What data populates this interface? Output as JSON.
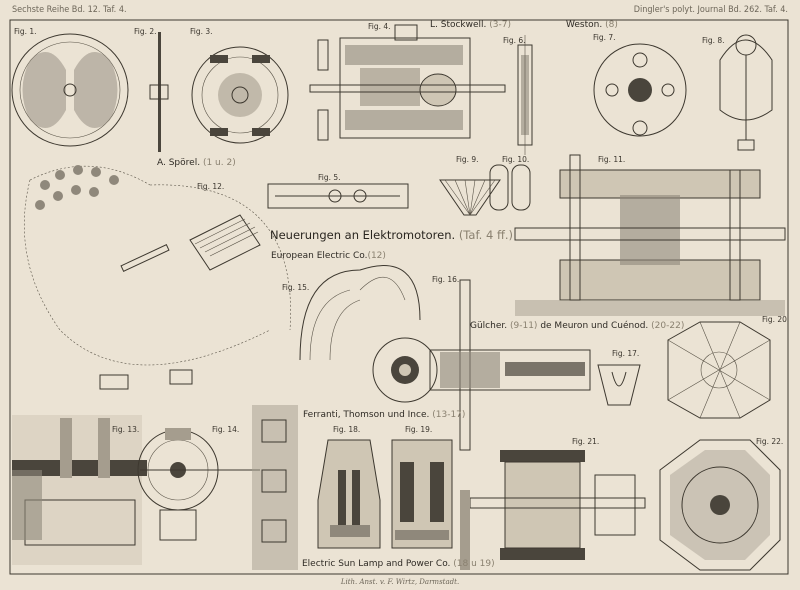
{
  "header": {
    "left": "Sechste Reihe Bd. 12. Taf. 4.",
    "right": "Dingler's polyt. Journal Bd. 262. Taf. 4."
  },
  "title": {
    "main": "Neuerungen an Elektromotoren.",
    "ref": "(Taf. 4 ff.)"
  },
  "captions": [
    {
      "name": "L. Stockwell.",
      "ref": "(3-7)"
    },
    {
      "name": "Weston.",
      "ref": "(8)"
    },
    {
      "name": "A. Spörel.",
      "ref": "(1 u. 2)"
    },
    {
      "name": "European Electric Co.",
      "ref": "(12)"
    },
    {
      "name": "Gülcher.",
      "ref": "(9-11)"
    },
    {
      "name": "de Meuron und Cuénod.",
      "ref": "(20-22)"
    },
    {
      "name": "Ferranti, Thomson und Ince.",
      "ref": "(13-17)"
    },
    {
      "name": "Electric Sun Lamp and Power Co.",
      "ref": "(18 u 19)"
    }
  ],
  "figures": [
    "Fig. 1.",
    "Fig. 2.",
    "Fig. 3.",
    "Fig. 4.",
    "Fig. 5.",
    "Fig. 6.",
    "Fig. 7.",
    "Fig. 8.",
    "Fig. 9.",
    "Fig. 10.",
    "Fig. 11.",
    "Fig. 12.",
    "Fig. 13.",
    "Fig. 14.",
    "Fig. 15.",
    "Fig. 16.",
    "Fig. 17.",
    "Fig. 18.",
    "Fig. 19.",
    "Fig. 20.",
    "Fig. 21.",
    "Fig. 22."
  ],
  "footer": {
    "lith": "Lith. Anst. v. F. Wirtz, Darmstadt."
  }
}
